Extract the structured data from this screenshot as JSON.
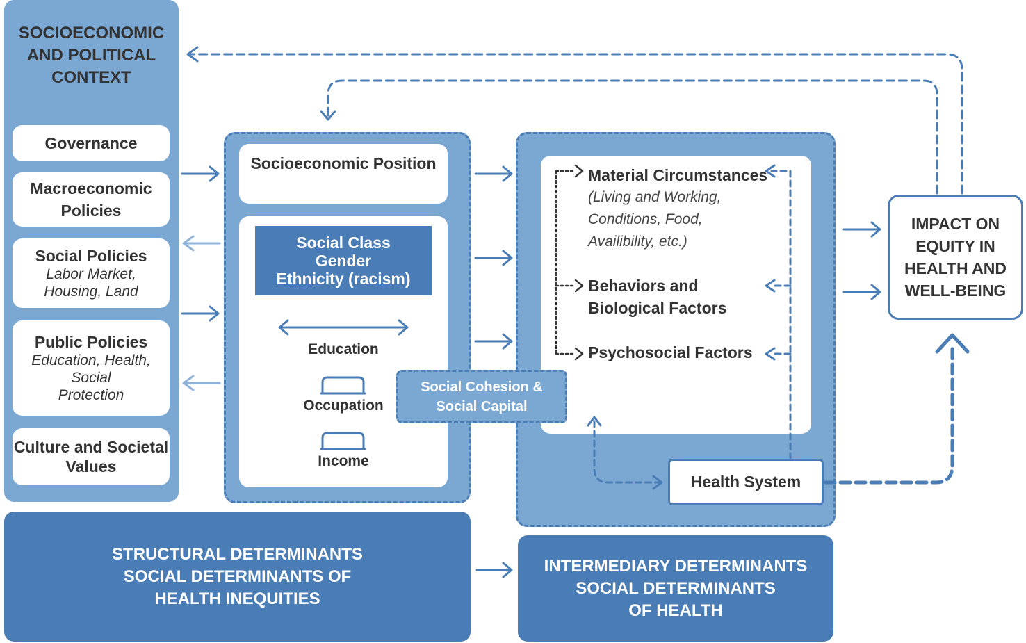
{
  "structural": {
    "context_title_lines": [
      "SOCIOECONOMIC",
      "AND POLITICAL",
      "CONTEXT"
    ],
    "governance": "Governance",
    "macro_lines": [
      "Macroeconomic",
      "Policies"
    ],
    "social_policies": {
      "title": "Social Policies",
      "sub_lines": [
        "Labor Market,",
        "Housing, Land"
      ]
    },
    "public_policies": {
      "title": "Public Policies",
      "sub_lines": [
        "Education, Health, Social",
        "Protection"
      ]
    },
    "culture_lines": [
      "Culture and Societal",
      "Values"
    ]
  },
  "position": {
    "title": "Socioeconomic Position",
    "stratifiers_lines": [
      "Social Class",
      "Gender",
      "Ethnicity (racism)"
    ],
    "education": "Education",
    "occupation": "Occupation",
    "income": "Income"
  },
  "cohesion_lines": [
    "Social Cohesion &",
    "Social Capital"
  ],
  "intermediary": {
    "material_title": "Material Circumstances",
    "material_sub_lines": [
      "(Living and Working,",
      "Conditions, Food,",
      "Availibility, etc.)"
    ],
    "behaviors_lines": [
      "Behaviors and",
      "Biological Factors"
    ],
    "psychosocial": "Psychosocial Factors",
    "health_system": "Health System"
  },
  "impact_lines": [
    "IMPACT ON",
    "EQUITY IN",
    "HEALTH AND",
    "WELL-BEING"
  ],
  "bottom": {
    "structural_lines": [
      "STRUCTURAL DETERMINANTS",
      "SOCIAL DETERMINANTS OF",
      "HEALTH INEQUITIES"
    ],
    "intermediary_lines": [
      "INTERMEDIARY DETERMINANTS",
      "SOCIAL DETERMINANTS",
      "OF HEALTH"
    ]
  },
  "colors": {
    "panel": "#7ba7d3",
    "dark": "#4a7db5",
    "text": "#333333",
    "arrow": "#4a7db5"
  }
}
